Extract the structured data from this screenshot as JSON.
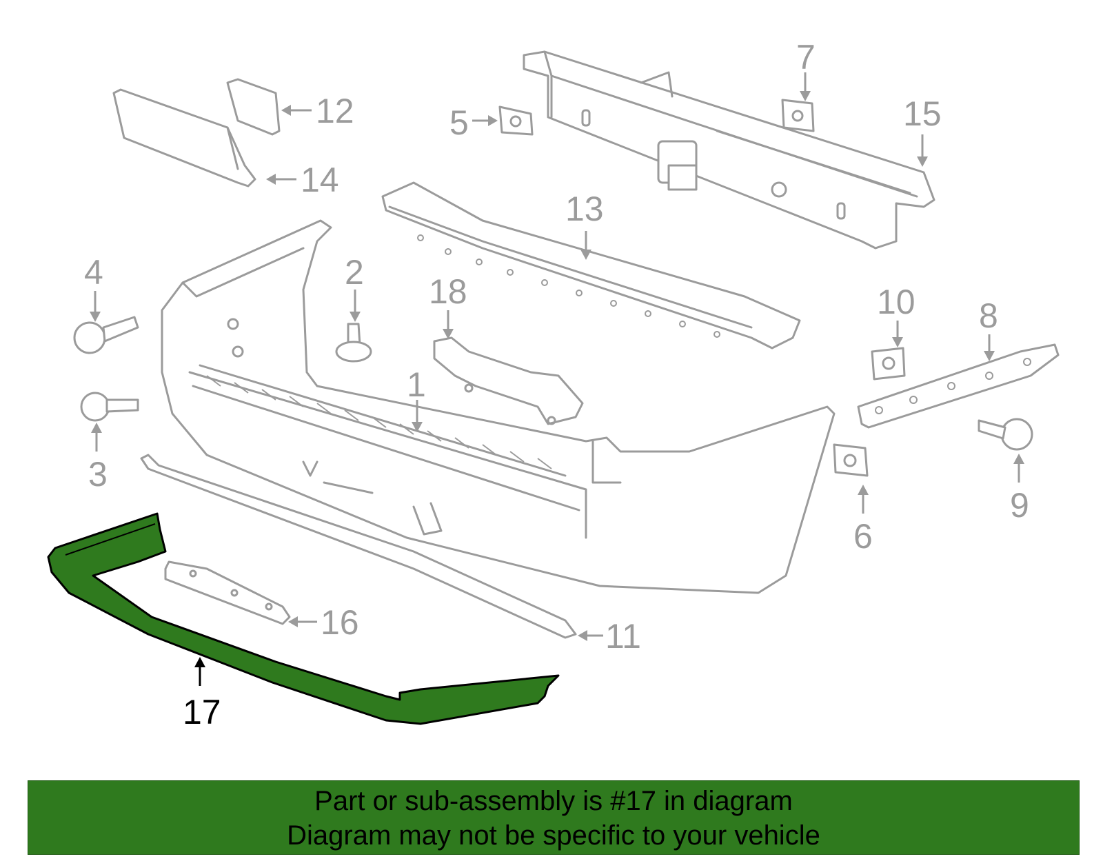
{
  "diagram": {
    "callouts": [
      {
        "id": "1",
        "label": "1"
      },
      {
        "id": "2",
        "label": "2"
      },
      {
        "id": "3",
        "label": "3"
      },
      {
        "id": "4",
        "label": "4"
      },
      {
        "id": "5",
        "label": "5"
      },
      {
        "id": "6",
        "label": "6"
      },
      {
        "id": "7",
        "label": "7"
      },
      {
        "id": "8",
        "label": "8"
      },
      {
        "id": "9",
        "label": "9"
      },
      {
        "id": "10",
        "label": "10"
      },
      {
        "id": "11",
        "label": "11"
      },
      {
        "id": "12",
        "label": "12"
      },
      {
        "id": "13",
        "label": "13"
      },
      {
        "id": "14",
        "label": "14"
      },
      {
        "id": "15",
        "label": "15"
      },
      {
        "id": "16",
        "label": "16"
      },
      {
        "id": "17",
        "label": "17"
      },
      {
        "id": "18",
        "label": "18"
      }
    ],
    "highlighted_part": "17",
    "colors": {
      "parts": "#9b9b9b",
      "highlight": "#2f7a1e",
      "banner": "#2f7a1e"
    }
  },
  "banner": {
    "line1": "Part or sub-assembly is #17 in diagram",
    "line2": "Diagram may not be specific to your vehicle"
  }
}
